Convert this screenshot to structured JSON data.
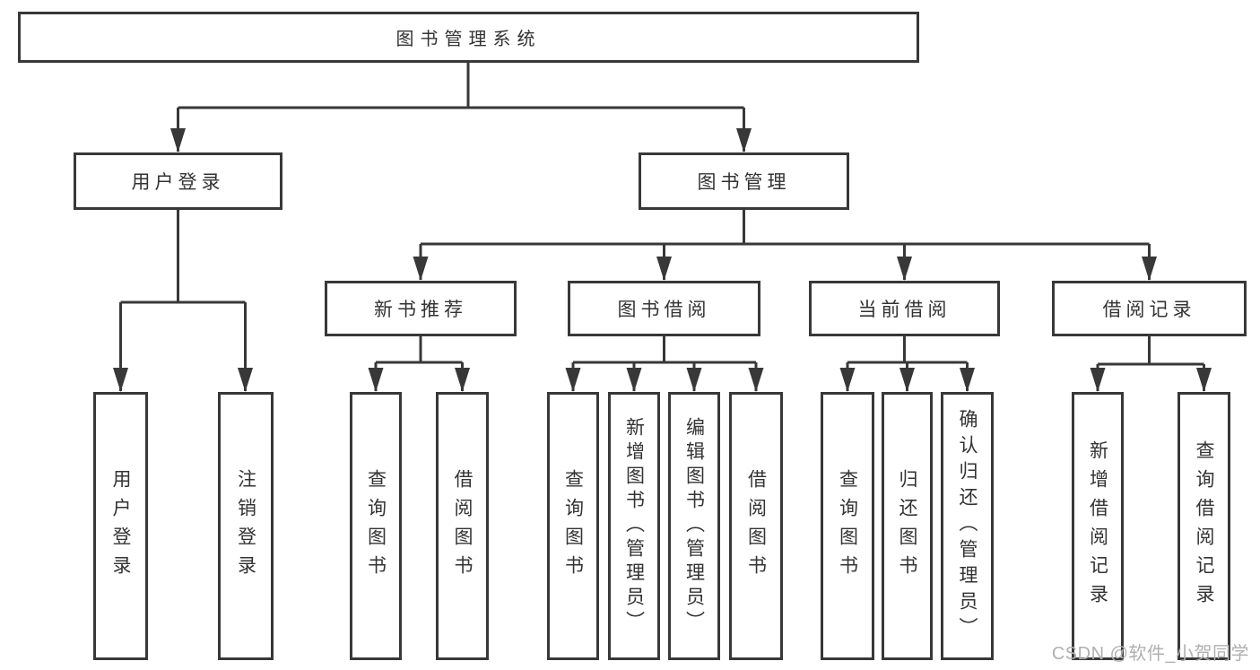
{
  "diagram": {
    "root": {
      "label": "图书管理系统",
      "children": [
        {
          "label": "用户登录",
          "children": [
            {
              "label": "用户登录"
            },
            {
              "label": "注销登录"
            }
          ]
        },
        {
          "label": "图书管理",
          "children": [
            {
              "label": "新书推荐",
              "children": [
                {
                  "label": "查询图书"
                },
                {
                  "label": "借阅图书"
                }
              ]
            },
            {
              "label": "图书借阅",
              "children": [
                {
                  "label": "查询图书"
                },
                {
                  "label": "新增图书（管理员）"
                },
                {
                  "label": "编辑图书（管理员）"
                },
                {
                  "label": "借阅图书"
                }
              ]
            },
            {
              "label": "当前借阅",
              "children": [
                {
                  "label": "查询图书"
                },
                {
                  "label": "归还图书"
                },
                {
                  "label": "确认归还（管理员）"
                }
              ]
            },
            {
              "label": "借阅记录",
              "children": [
                {
                  "label": "新增借阅记录"
                },
                {
                  "label": "查询借阅记录"
                }
              ]
            }
          ]
        }
      ]
    }
  },
  "watermark": "CSDN @软件_小贺同学",
  "colors": {
    "background": "#ffffff",
    "box_border": "#383838",
    "connector": "#383838",
    "text": "#333333",
    "watermark": "#b0b0b0"
  }
}
